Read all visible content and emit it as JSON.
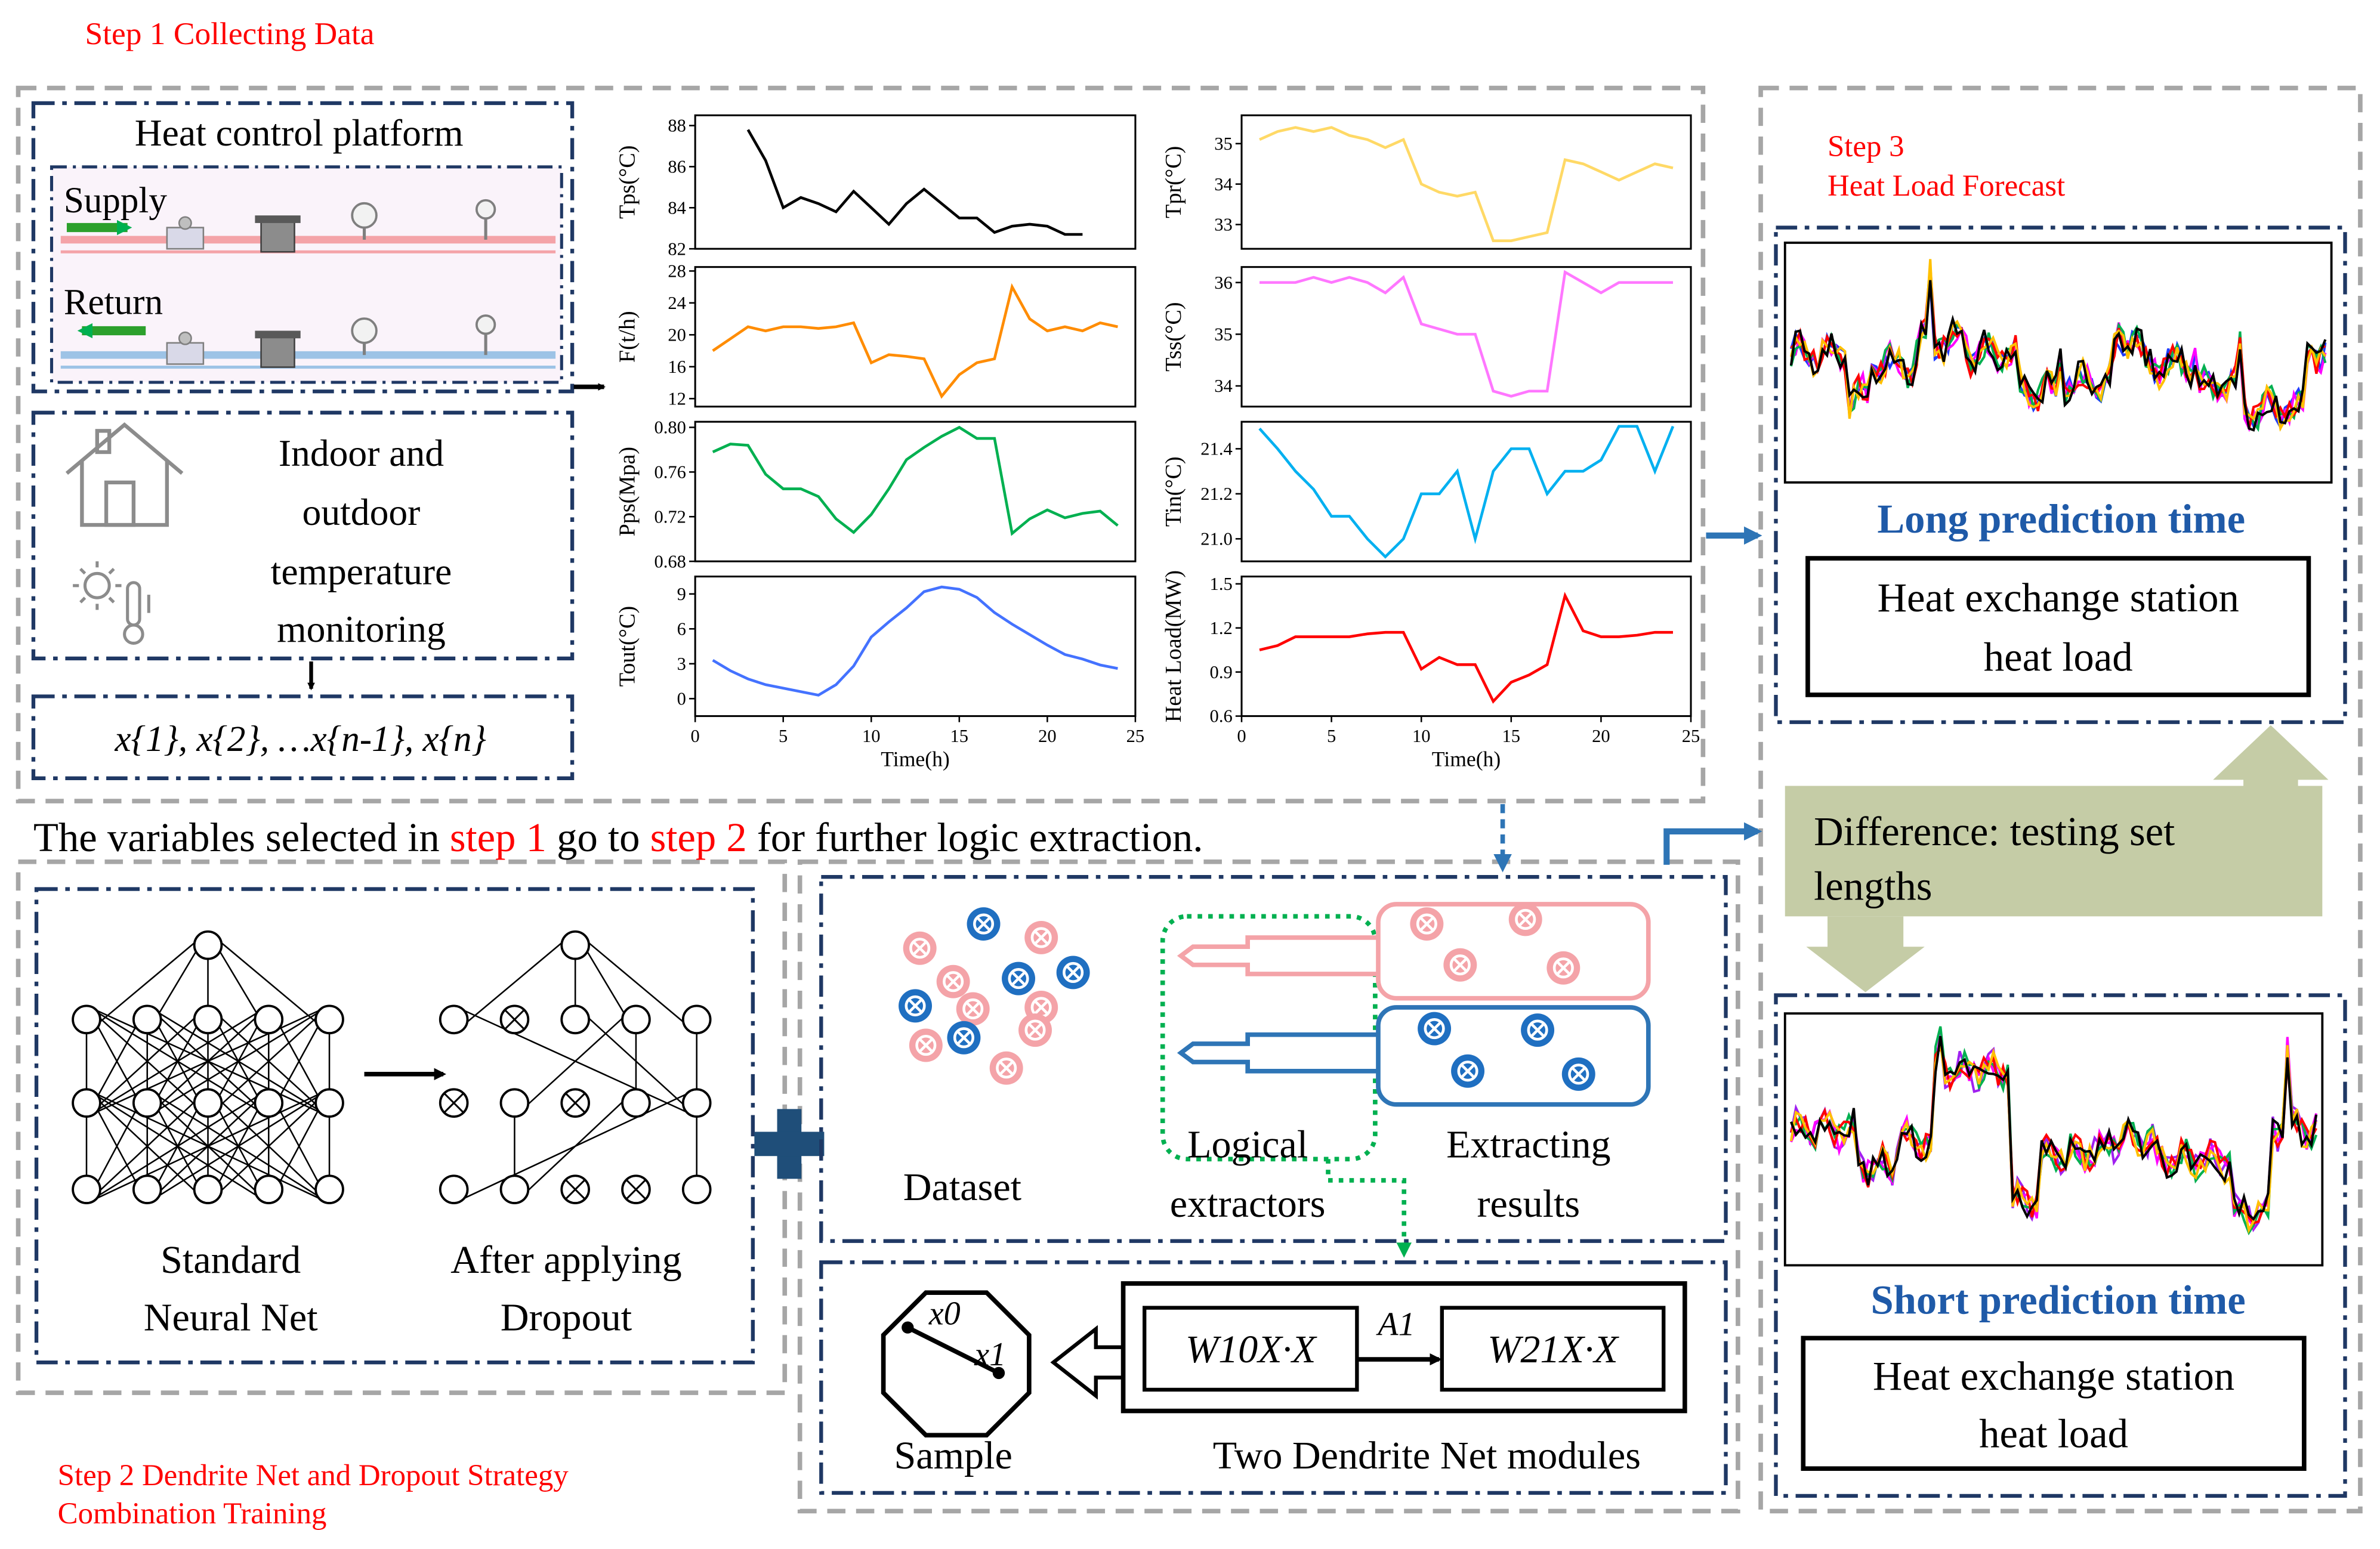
{
  "steps": {
    "step1_title": "Step 1 Collecting Data",
    "step2_title_line1": "Step 2 Dendrite Net and Dropout Strategy",
    "step2_title_line2": "Combination Training",
    "step3_title_line1": "Step 3",
    "step3_title_line2": "Heat Load Forecast"
  },
  "step1": {
    "platform_title": "Heat control platform",
    "supply_label": "Supply",
    "return_label": "Return",
    "monitoring_line1": "Indoor and",
    "monitoring_line2": "outdoor",
    "monitoring_line3": "temperature",
    "monitoring_line4": "monitoring",
    "variables_formula": "x{1}, x{2}, …x{n-1}, x{n}",
    "transition": {
      "part1": "The variables selected in ",
      "step1_ref": "step 1",
      "part2": " go to ",
      "step2_ref": "step 2",
      "part3": " for further logic extraction."
    }
  },
  "step2": {
    "standard_line1": "Standard",
    "standard_line2": "Neural Net",
    "dropout_line1": "After applying",
    "dropout_line2": "Dropout",
    "dataset_label": "Dataset",
    "extractors_line1": "Logical",
    "extractors_line2": "extractors",
    "results_line1": "Extracting",
    "results_line2": "results",
    "sample_label": "Sample",
    "modules_label": "Two Dendrite Net modules",
    "module1": "W10X·X",
    "module2": "W21X·X",
    "arrow_label": "A1",
    "x0": "x0",
    "x1": "x1"
  },
  "step3": {
    "long_title": "Long prediction time",
    "long_box_line1": "Heat exchange  station",
    "long_box_line2": "heat load",
    "difference_line1": "Difference:  testing  set",
    "difference_line2": "lengths",
    "short_title": "Short prediction time",
    "short_box_line1": "Heat exchange  station",
    "short_box_line2": "heat load"
  },
  "colors": {
    "step_red": "#ff0000",
    "navy": "#1f3864",
    "gray_dash": "#a6a6a6",
    "title_blue": "#1f5aa8",
    "arrow_blue": "#2e75b6",
    "difference_bg": "#c5cca6",
    "pink": "#f4a3a8",
    "blue_node": "#1f6fc1",
    "green_dot": "#00b050"
  },
  "chart_data": [
    {
      "type": "line",
      "ylabel": "Tps(°C)",
      "y_ticks": [
        "82",
        "84",
        "86",
        "88"
      ],
      "ylim": [
        82,
        88.5
      ],
      "color": "#000000",
      "x": [
        3,
        4,
        5,
        6,
        7,
        8,
        9,
        10,
        11,
        12,
        13,
        14,
        15,
        16,
        17,
        18,
        19,
        20,
        21,
        22
      ],
      "y": [
        87.8,
        86.3,
        84.0,
        84.5,
        84.2,
        83.8,
        84.8,
        84.0,
        83.2,
        84.2,
        84.9,
        84.2,
        83.5,
        83.5,
        82.8,
        83.1,
        83.2,
        83.1,
        82.7,
        82.7
      ]
    },
    {
      "type": "line",
      "ylabel": "Tpr(°C)",
      "y_ticks": [
        "33",
        "34",
        "35"
      ],
      "ylim": [
        32.4,
        35.7
      ],
      "color": "#ffd966",
      "x": [
        1,
        2,
        3,
        4,
        5,
        6,
        7,
        8,
        9,
        10,
        11,
        12,
        13,
        14,
        15,
        16,
        17,
        18,
        19,
        20,
        21,
        22,
        23,
        24
      ],
      "y": [
        35.1,
        35.3,
        35.4,
        35.3,
        35.4,
        35.2,
        35.1,
        34.9,
        35.1,
        34.0,
        33.8,
        33.7,
        33.8,
        32.6,
        32.6,
        32.7,
        32.8,
        34.6,
        34.5,
        34.3,
        34.1,
        34.3,
        34.5,
        34.4
      ]
    },
    {
      "type": "line",
      "ylabel": "F(t/h)",
      "y_ticks": [
        "12",
        "16",
        "20",
        "24",
        "28"
      ],
      "ylim": [
        11,
        28.5
      ],
      "color": "#ff8c00",
      "x": [
        1,
        2,
        3,
        4,
        5,
        6,
        7,
        8,
        9,
        10,
        11,
        12,
        13,
        14,
        15,
        16,
        17,
        18,
        19,
        20,
        21,
        22,
        23,
        24
      ],
      "y": [
        18,
        19.5,
        21,
        20.5,
        21,
        21,
        20.8,
        21,
        21.5,
        16.5,
        17.5,
        17.3,
        17,
        12.3,
        15,
        16.5,
        17,
        26,
        22,
        20.5,
        21,
        20.5,
        21.5,
        21
      ]
    },
    {
      "type": "line",
      "ylabel": "Tss(°C)",
      "y_ticks": [
        "34",
        "35",
        "36"
      ],
      "ylim": [
        33.6,
        36.3
      ],
      "color": "#ff77ff",
      "x": [
        1,
        2,
        3,
        4,
        5,
        6,
        7,
        8,
        9,
        10,
        11,
        12,
        13,
        14,
        15,
        16,
        17,
        18,
        19,
        20,
        21,
        22,
        23,
        24
      ],
      "y": [
        36.0,
        36.0,
        36.0,
        36.1,
        36.0,
        36.1,
        36.0,
        35.8,
        36.1,
        35.2,
        35.1,
        35.0,
        35.0,
        33.9,
        33.8,
        33.9,
        33.9,
        36.2,
        36.0,
        35.8,
        36.0,
        36.0,
        36.0,
        36.0
      ]
    },
    {
      "type": "line",
      "ylabel": "Pps(Mpa)",
      "y_ticks": [
        "0.68",
        "0.72",
        "0.76",
        "0.80"
      ],
      "ylim": [
        0.68,
        0.805
      ],
      "color": "#00b050",
      "x": [
        1,
        2,
        3,
        4,
        5,
        6,
        7,
        8,
        9,
        10,
        11,
        12,
        13,
        14,
        15,
        16,
        17,
        18,
        19,
        20,
        21,
        22,
        23,
        24
      ],
      "y": [
        0.778,
        0.785,
        0.784,
        0.758,
        0.745,
        0.745,
        0.738,
        0.718,
        0.706,
        0.722,
        0.745,
        0.771,
        0.782,
        0.792,
        0.8,
        0.79,
        0.79,
        0.705,
        0.718,
        0.726,
        0.719,
        0.723,
        0.725,
        0.712
      ]
    },
    {
      "type": "line",
      "ylabel": "Tin(°C)",
      "y_ticks": [
        "21.0",
        "21.2",
        "21.4"
      ],
      "ylim": [
        20.9,
        21.52
      ],
      "color": "#00b0f0",
      "x": [
        1,
        2,
        3,
        4,
        5,
        6,
        7,
        8,
        9,
        10,
        11,
        12,
        13,
        14,
        15,
        16,
        17,
        18,
        19,
        20,
        21,
        22,
        23,
        24
      ],
      "y": [
        21.49,
        21.4,
        21.3,
        21.22,
        21.1,
        21.1,
        21.0,
        20.92,
        21.0,
        21.2,
        21.2,
        21.3,
        21.0,
        21.3,
        21.4,
        21.4,
        21.2,
        21.3,
        21.3,
        21.35,
        21.5,
        21.5,
        21.3,
        21.5
      ]
    },
    {
      "type": "line",
      "ylabel": "Tout(°C)",
      "xlabel": "Time(h)",
      "x_ticks": [
        "0",
        "5",
        "10",
        "15",
        "20",
        "25"
      ],
      "xlim": [
        0,
        25
      ],
      "y_ticks": [
        "0",
        "3",
        "6",
        "9"
      ],
      "ylim": [
        -1.5,
        10.5
      ],
      "color": "#4472ff",
      "x": [
        1,
        2,
        3,
        4,
        5,
        6,
        7,
        8,
        9,
        10,
        11,
        12,
        13,
        14,
        15,
        16,
        17,
        18,
        19,
        20,
        21,
        22,
        23,
        24
      ],
      "y": [
        3.3,
        2.4,
        1.7,
        1.2,
        0.9,
        0.6,
        0.3,
        1.2,
        2.8,
        5.3,
        6.6,
        7.8,
        9.2,
        9.6,
        9.4,
        8.7,
        7.4,
        6.4,
        5.5,
        4.6,
        3.8,
        3.4,
        2.9,
        2.6
      ]
    },
    {
      "type": "line",
      "ylabel": "Heat Load(MW)",
      "xlabel": "Time(h)",
      "x_ticks": [
        "0",
        "5",
        "10",
        "15",
        "20",
        "25"
      ],
      "xlim": [
        0,
        25
      ],
      "y_ticks": [
        "0.6",
        "0.9",
        "1.2",
        "1.5"
      ],
      "ylim": [
        0.6,
        1.55
      ],
      "color": "#ff0000",
      "x": [
        1,
        2,
        3,
        4,
        5,
        6,
        7,
        8,
        9,
        10,
        11,
        12,
        13,
        14,
        15,
        16,
        17,
        18,
        19,
        20,
        21,
        22,
        23,
        24
      ],
      "y": [
        1.05,
        1.08,
        1.14,
        1.14,
        1.14,
        1.14,
        1.16,
        1.17,
        1.17,
        0.92,
        1.0,
        0.95,
        0.95,
        0.7,
        0.83,
        0.88,
        0.95,
        1.42,
        1.18,
        1.14,
        1.14,
        1.15,
        1.17,
        1.17
      ]
    }
  ]
}
